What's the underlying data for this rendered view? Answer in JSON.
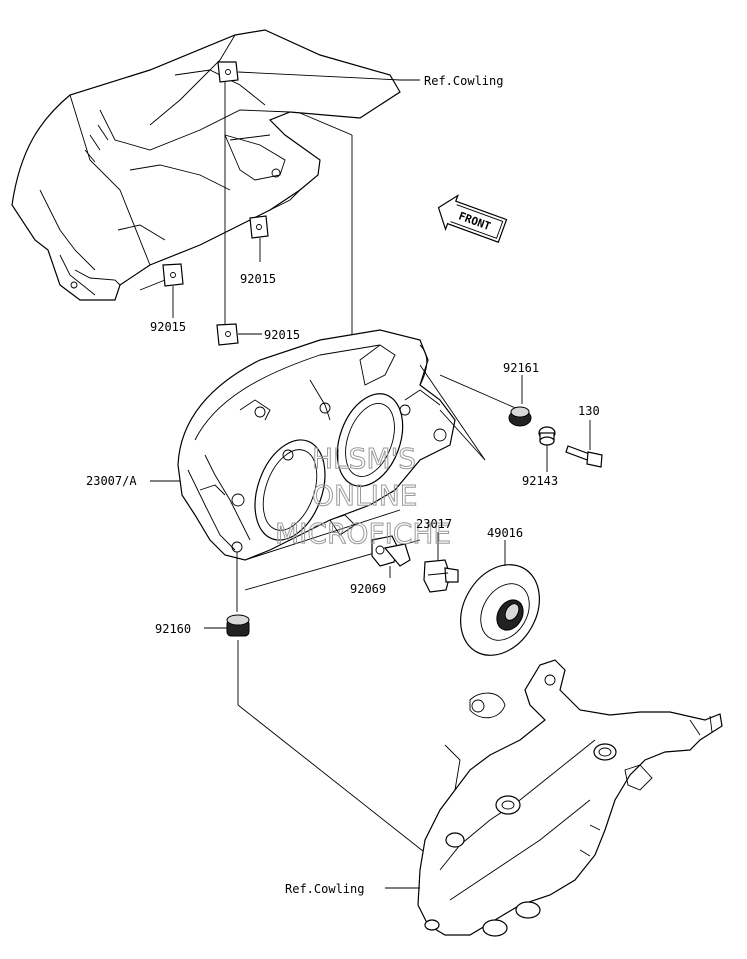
{
  "labels": {
    "ref_cowling_top": "Ref.Cowling",
    "front": "FRONT",
    "p92015_a": "92015",
    "p92015_b": "92015",
    "p92015_c": "92015",
    "p92161": "92161",
    "p130": "130",
    "p92143": "92143",
    "p23007a": "23007/A",
    "p23017": "23017",
    "p49016": "49016",
    "p92069": "92069",
    "p92160": "92160",
    "ref_cowling_bottom": "Ref.Cowling"
  },
  "watermark": [
    "HLSM'S",
    "ONLINE",
    "MICROFICHE"
  ]
}
